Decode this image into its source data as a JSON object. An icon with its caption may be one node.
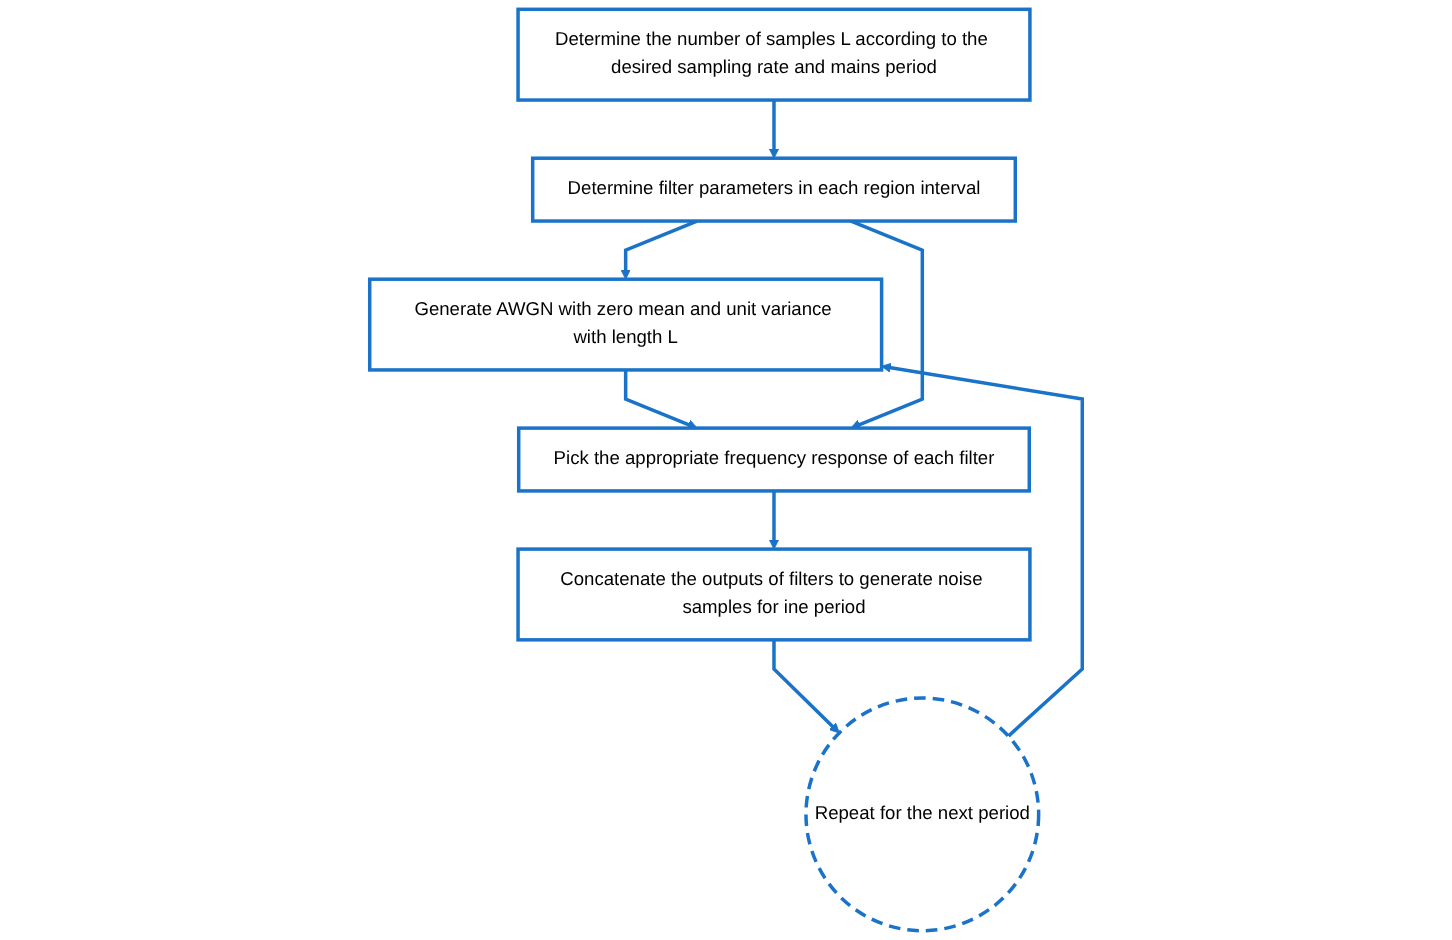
{
  "diagram": {
    "nodes": [
      {
        "text": [
          "Determine the number of samples L according to the desired sampling rate and mains period"
        ]
      },
      {
        "text": [
          "Determine filter parameters in each region interval"
        ]
      },
      {
        "text": [
          "Generate AWGN with zero mean and unit variance with length L"
        ]
      },
      {
        "text": [
          "Pick the appropriate frequency response of each filter"
        ]
      },
      {
        "text": [
          "Concatenate the outputs of filters to generate noise samples for ine period"
        ]
      },
      {
        "text": [
          "Repeat for the next period"
        ]
      }
    ],
    "edges": [
      {
        "from": 0,
        "to": 1,
        "arrow": "to"
      },
      {
        "from": 1,
        "to": 2,
        "arrow": "to"
      },
      {
        "from": 5,
        "to": 2,
        "arrow": "to"
      },
      {
        "from": 2,
        "to": 3,
        "arrow": "to"
      },
      {
        "from": 1,
        "to": 3,
        "arrow": "to"
      },
      {
        "from": 3,
        "to": 4,
        "arrow": "to"
      },
      {
        "from": 4,
        "to": 5,
        "arrow": "to"
      }
    ]
  }
}
